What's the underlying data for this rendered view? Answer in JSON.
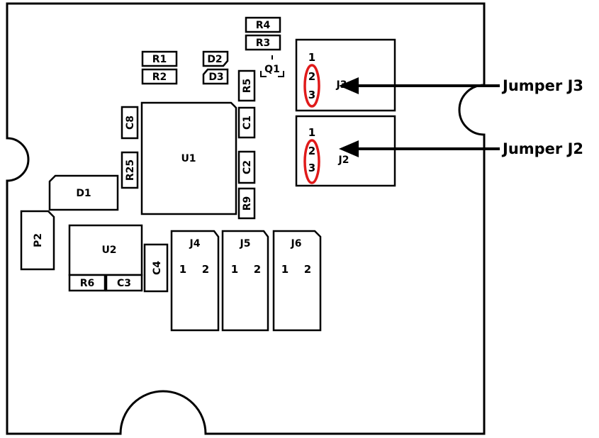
{
  "board": {
    "resistors": {
      "r1": "R1",
      "r2": "R2",
      "r3": "R3",
      "r4": "R4",
      "r5": "R5",
      "r6": "R6",
      "r9": "R9",
      "r25": "R25"
    },
    "capacitors": {
      "c1": "C1",
      "c2": "C2",
      "c3": "C3",
      "c4": "C4",
      "c8": "C8"
    },
    "diodes": {
      "d1": "D1",
      "d2": "D2",
      "d3": "D3"
    },
    "transistor": "Q1",
    "ics": {
      "u1": "U1",
      "u2": "U2"
    },
    "connector_p2": "P2",
    "jumpers": {
      "j2": {
        "label": "J2",
        "pins": [
          "1",
          "2",
          "3"
        ]
      },
      "j3": {
        "label": "J3",
        "pins": [
          "1",
          "2",
          "3"
        ]
      }
    },
    "headers": [
      {
        "label": "J4",
        "pins": [
          "1",
          "2"
        ]
      },
      {
        "label": "J5",
        "pins": [
          "1",
          "2"
        ]
      },
      {
        "label": "J6",
        "pins": [
          "1",
          "2"
        ]
      }
    ]
  },
  "callouts": {
    "j3": "Jumper J3",
    "j2": "Jumper J2"
  },
  "colors": {
    "highlight": "#e01a1a",
    "outline": "#000000",
    "background": "#ffffff"
  }
}
